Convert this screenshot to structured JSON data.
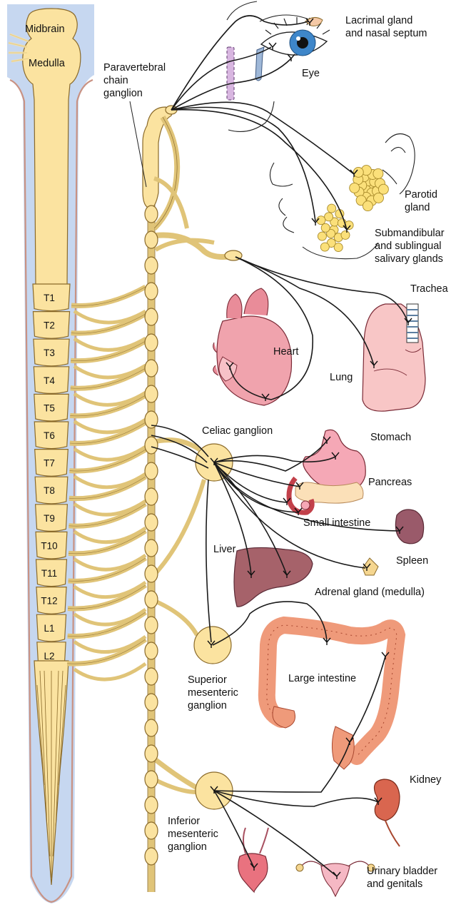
{
  "labels": {
    "midbrain": "Midbrain",
    "medulla": "Medulla",
    "paravertebral": [
      "Paravertebral",
      "chain",
      "ganglion"
    ],
    "lacrimal": [
      "Lacrimal gland",
      "and nasal septum"
    ],
    "eye": "Eye",
    "parotid": [
      "Parotid",
      "gland"
    ],
    "submandibular": [
      "Submandibular",
      "and sublingual",
      "salivary glands"
    ],
    "trachea": "Trachea",
    "heart": "Heart",
    "lung": "Lung",
    "celiac": "Celiac ganglion",
    "stomach": "Stomach",
    "pancreas": "Pancreas",
    "small_intestine": "Small intestine",
    "liver": "Liver",
    "spleen": "Spleen",
    "adrenal": "Adrenal gland (medulla)",
    "superior": [
      "Superior",
      "mesenteric",
      "ganglion"
    ],
    "large_intestine": "Large intestine",
    "kidney": "Kidney",
    "inferior": [
      "Inferior",
      "mesenteric",
      "ganglion"
    ],
    "bladder": [
      "Urinary bladder",
      "and genitals"
    ]
  },
  "segments": [
    "T1",
    "T2",
    "T3",
    "T4",
    "T5",
    "T6",
    "T7",
    "T8",
    "T9",
    "T10",
    "T11",
    "T12",
    "L1",
    "L2"
  ],
  "colors": {
    "cord_fill": "#fbe3a0",
    "canal_blue": "#c6d7f0",
    "organ_pink": "#f2a5ad",
    "liver_brown": "#9a5a5e",
    "intestine_orange": "#ef9a7a"
  }
}
